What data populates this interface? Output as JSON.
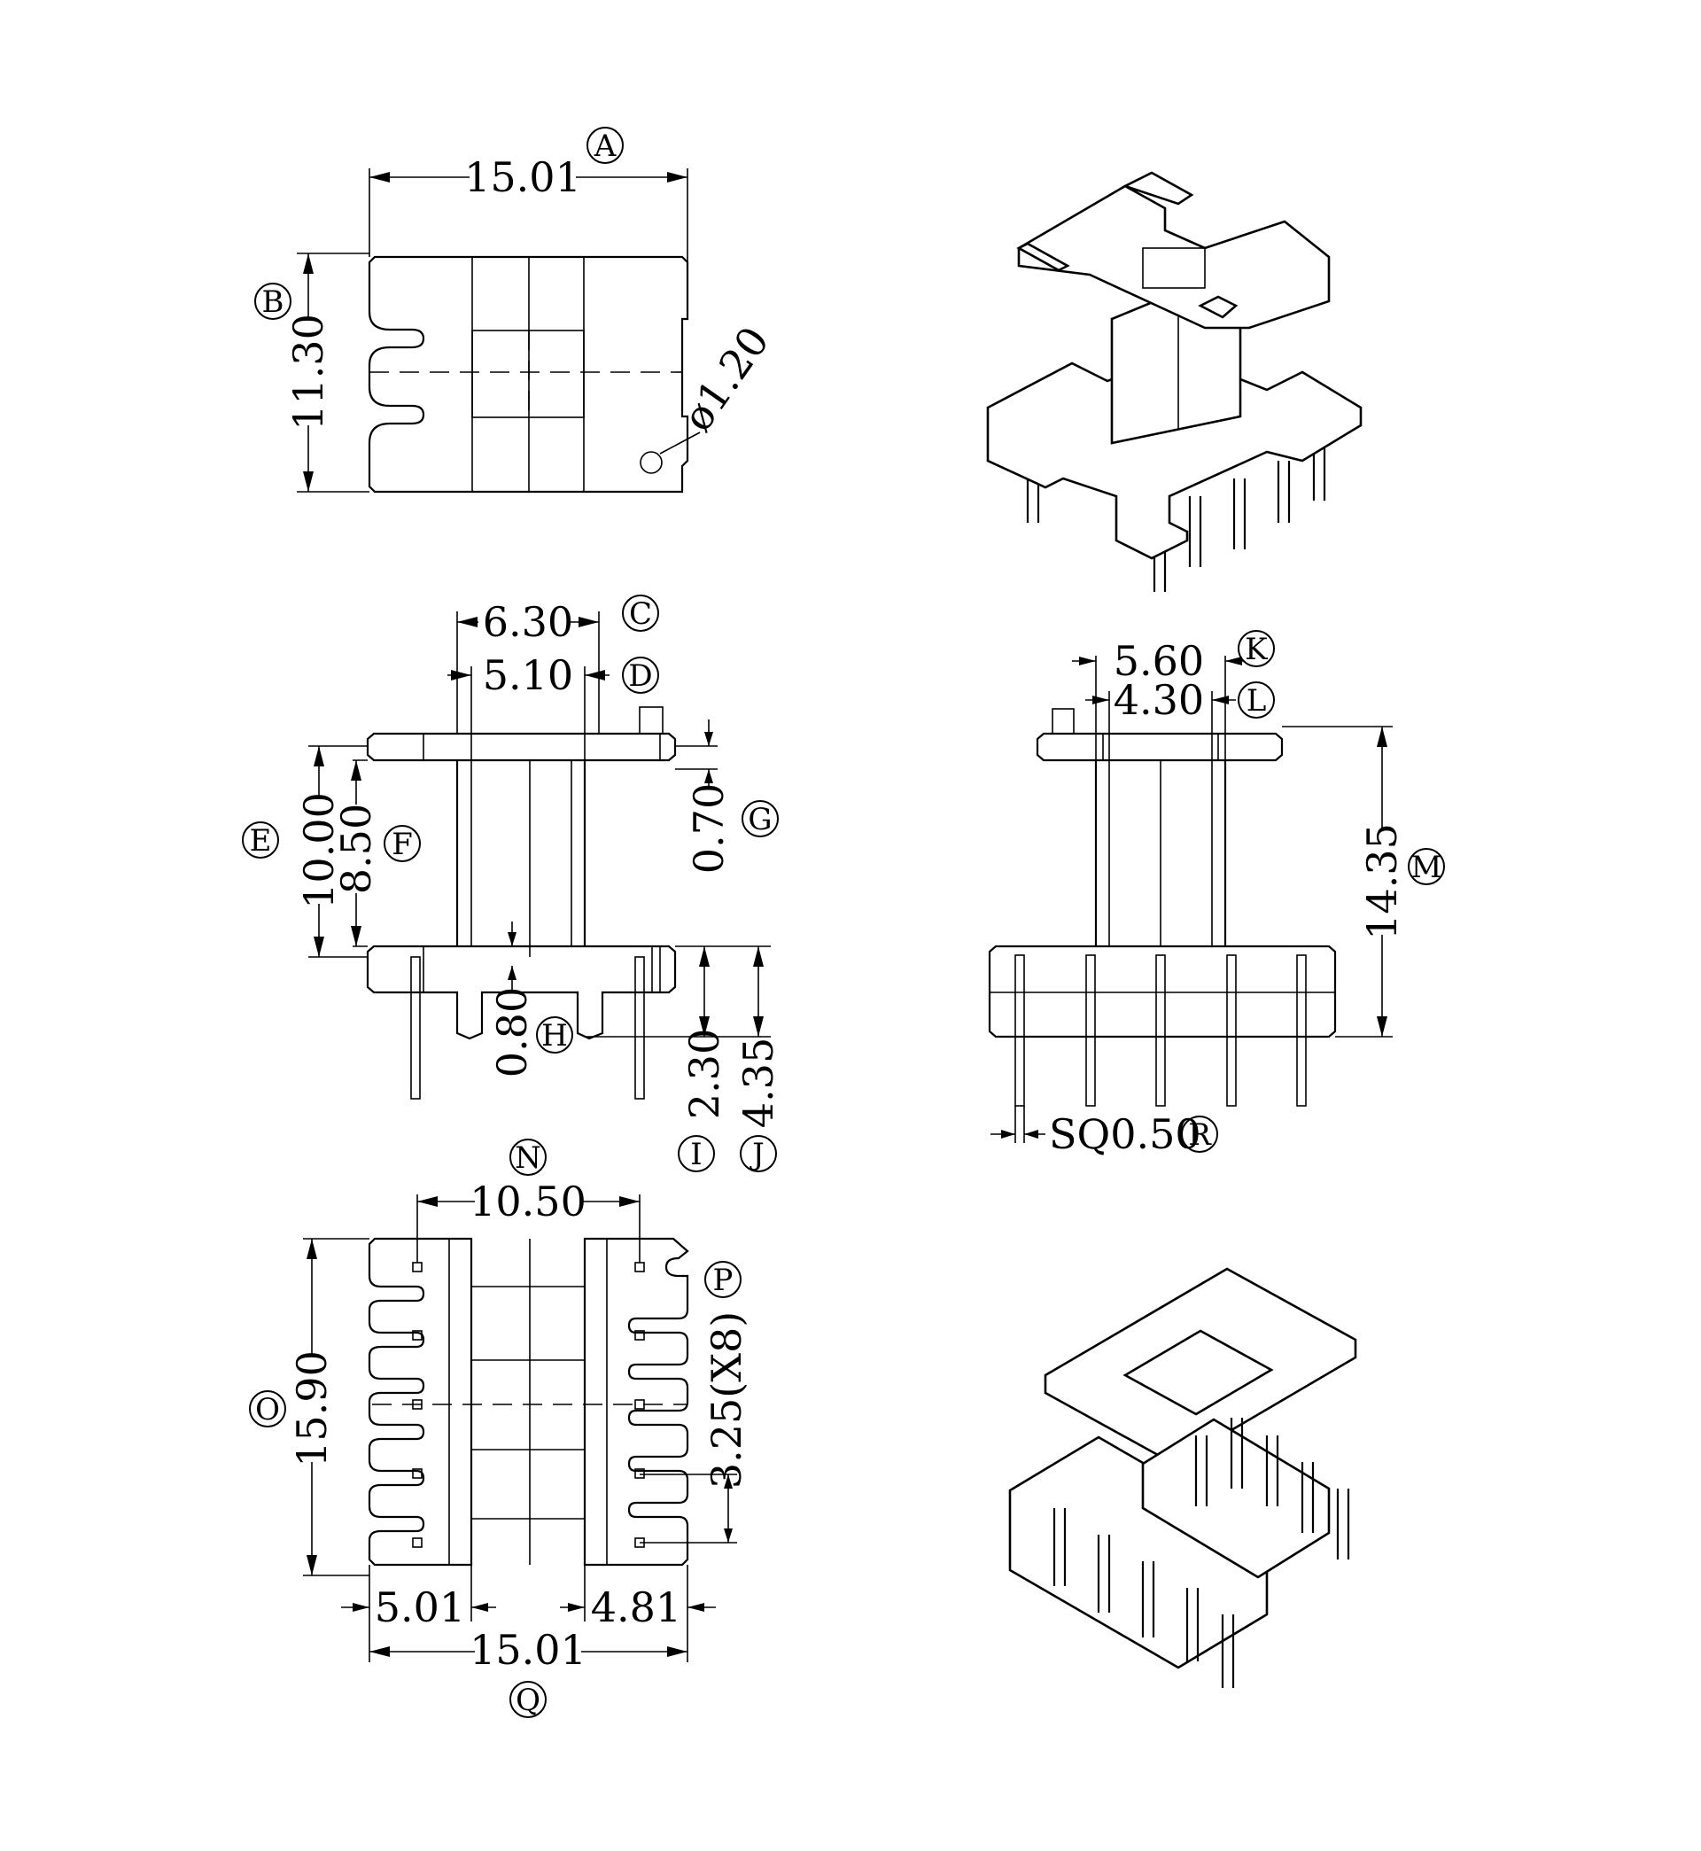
{
  "views": {
    "top": {
      "A": {
        "letter": "A",
        "value": "15.01"
      },
      "B": {
        "letter": "B",
        "value": "11.30"
      },
      "hole": {
        "value": "ø1.20"
      }
    },
    "front": {
      "C": {
        "letter": "C",
        "value": "6.30"
      },
      "D": {
        "letter": "D",
        "value": "5.10"
      },
      "E": {
        "letter": "E",
        "value": "10.00"
      },
      "F": {
        "letter": "F",
        "value": "8.50"
      },
      "G": {
        "letter": "G",
        "value": "0.70"
      },
      "H": {
        "letter": "H",
        "value": "0.80"
      },
      "I": {
        "letter": "I",
        "value": "2.30"
      },
      "J": {
        "letter": "J",
        "value": "4.35"
      }
    },
    "side": {
      "K": {
        "letter": "K",
        "value": "5.60"
      },
      "L": {
        "letter": "L",
        "value": "4.30"
      },
      "M": {
        "letter": "M",
        "value": "14.35"
      },
      "R": {
        "letter": "R",
        "value": "SQ0.50"
      }
    },
    "bottom": {
      "N": {
        "letter": "N",
        "value": "10.50"
      },
      "O": {
        "letter": "O",
        "value": "15.90"
      },
      "P": {
        "letter": "P",
        "value": "3.25(X8)"
      },
      "Q": {
        "letter": "Q",
        "value": "15.01"
      },
      "left_w": {
        "value": "5.01"
      },
      "right_w": {
        "value": "4.81"
      }
    }
  }
}
